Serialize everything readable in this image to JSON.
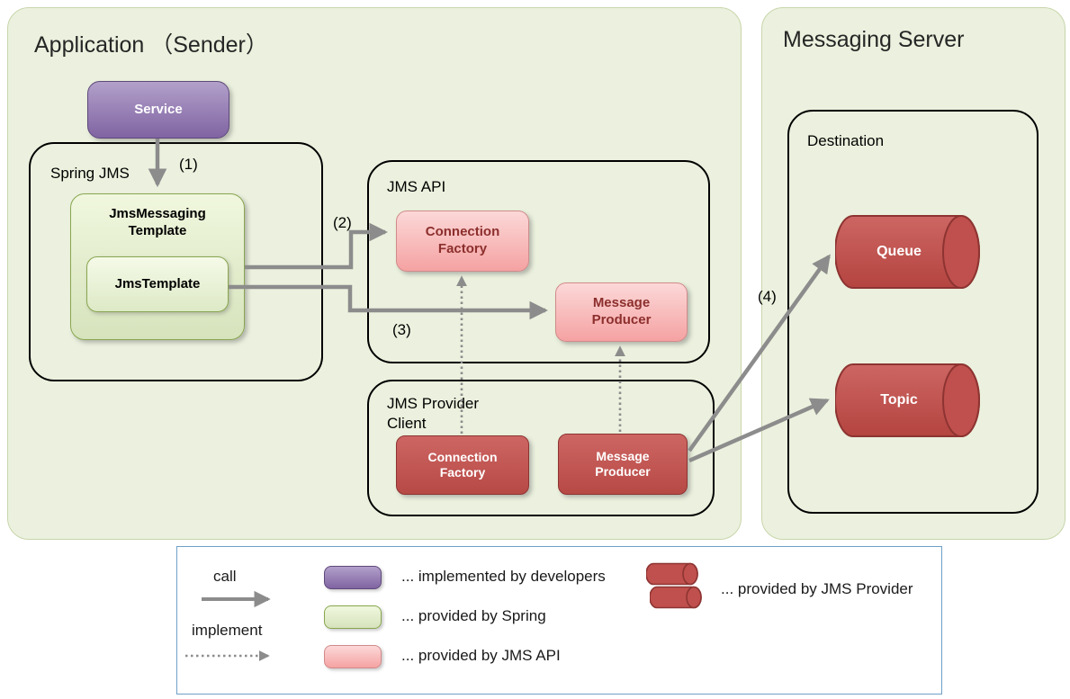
{
  "app": {
    "title": "Application （Sender）",
    "service": "Service",
    "spring_jms_label": "Spring JMS",
    "jms_messaging_template": "JmsMessaging Template",
    "jms_template": "JmsTemplate",
    "jms_api_label": "JMS API",
    "api_connection_factory": "Connection Factory",
    "api_message_producer": "Message Producer",
    "provider_label": "JMS Provider Client",
    "provider_connection_factory": "Connection Factory",
    "provider_message_producer": "Message Producer"
  },
  "server": {
    "title": "Messaging Server",
    "destination_label": "Destination",
    "queue": "Queue",
    "topic": "Topic"
  },
  "steps": {
    "s1": "(1)",
    "s2": "(2)",
    "s3": "(3)",
    "s4": "(4)"
  },
  "legend": {
    "call": "call",
    "implement": "implement",
    "developers": "... implemented by developers",
    "spring": "... provided by Spring",
    "jms_api": "... provided by JMS API",
    "jms_provider": "... provided by JMS Provider"
  },
  "colors": {
    "developer_purple": "#8064a2",
    "spring_green": "#d6e3bc",
    "jms_api_pink": "#f5a2a2",
    "jms_provider_red": "#c0504d",
    "arrow_gray": "#8c8c8c",
    "region_green": "#ebf1de"
  }
}
